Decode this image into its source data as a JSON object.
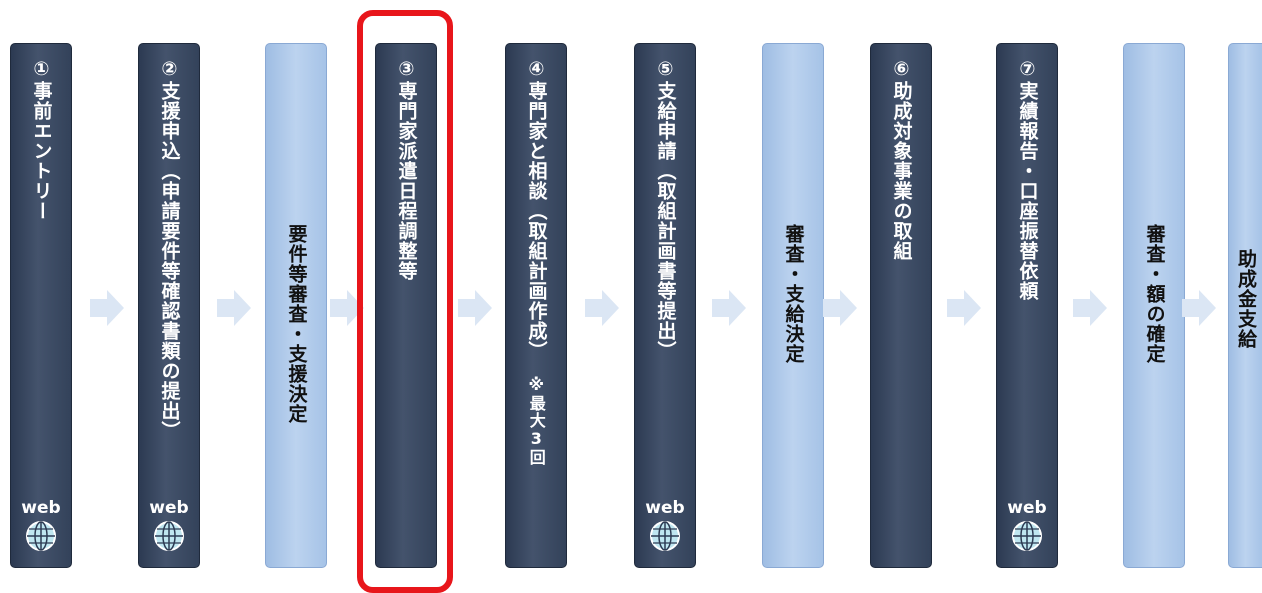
{
  "steps": [
    {
      "label": "①事前エントリー",
      "web_badge": "web"
    },
    {
      "label": "②支援申込（申請要件等確認書類の提出）",
      "web_badge": "web"
    },
    {
      "label": "要件等審査・支援決定"
    },
    {
      "label": "③専門家派遣日程調整等"
    },
    {
      "label": "④専門家と相談（取組計画作成）",
      "note": "※最大3回"
    },
    {
      "label": "⑤支給申請（取組計画書等提出）",
      "web_badge": "web"
    },
    {
      "label": "審査・支給決定"
    },
    {
      "label": "⑥助成対象事業の取組"
    },
    {
      "label": "⑦実績報告・口座振替依頼",
      "web_badge": "web"
    },
    {
      "label": "審査・額の確定"
    },
    {
      "label": "助成金支給"
    }
  ],
  "colors": {
    "dark_box": "#3a4860",
    "light_box": "#b2cbec",
    "arrow": "#dbe6f4",
    "highlight": "#e8161b"
  },
  "icons": {
    "web": "globe-icon",
    "arrow": "right-arrow-icon"
  }
}
